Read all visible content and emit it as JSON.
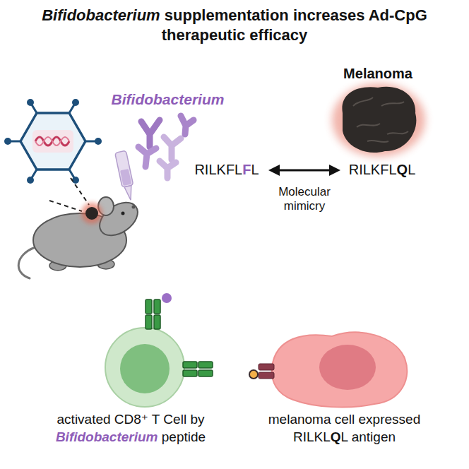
{
  "diagram": {
    "title": "Bifidobacterium supplementation  increases Ad-CpG therapeutic efficacy",
    "labels": [
      "Bifidobacterium",
      "Melanoma",
      "RILKFLFL",
      "RILKFLQL",
      "Molecular mimicry",
      "activated CD8⁺ T Cell by Bifidobacterium peptide",
      "melanoma cell expressed RILKLQL antigen"
    ]
  }
}
